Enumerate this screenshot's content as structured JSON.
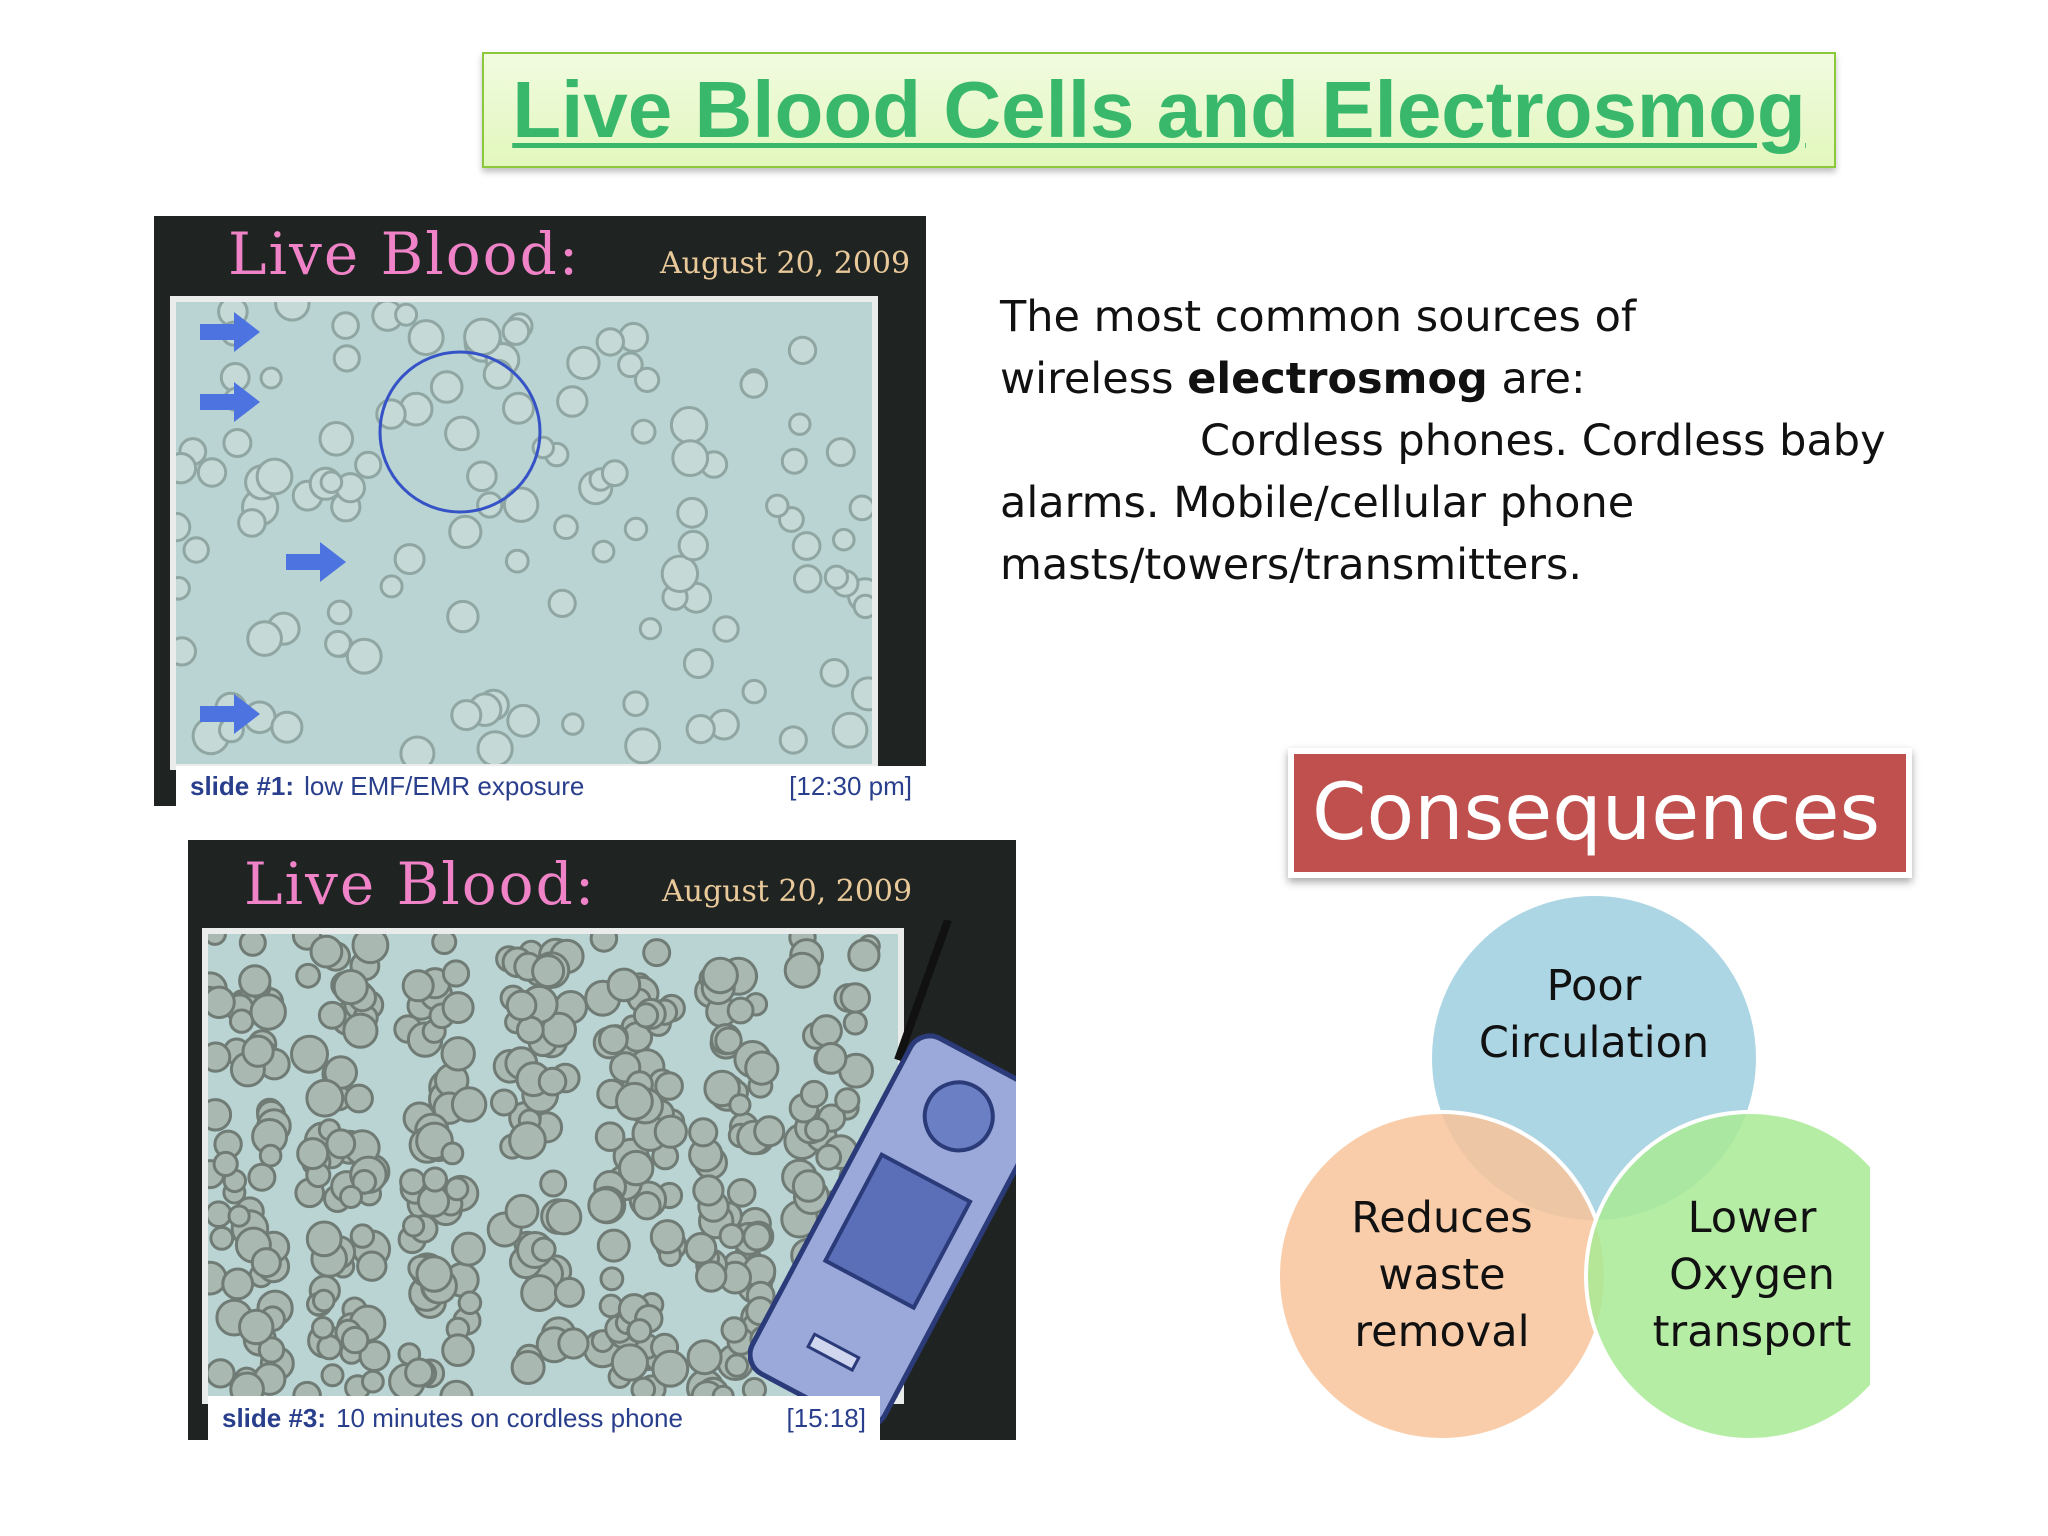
{
  "title": "Live Blood Cells and Electrosmog",
  "photo1": {
    "heading": "Live Blood:",
    "date": "August 20, 2009",
    "slide_label": "slide #1:",
    "caption": "low EMF/EMR exposure",
    "time": "[12:30 pm]"
  },
  "photo2": {
    "heading": "Live Blood:",
    "date": "August 20, 2009",
    "slide_label": "slide #3:",
    "caption": "10 minutes on cordless phone",
    "time": "[15:18]"
  },
  "body": {
    "line1": "The most common sources of",
    "line2_pre": "wireless ",
    "line2_bold": "electrosmog",
    "line2_post": " are:",
    "line3": "Cordless phones. Cordless baby",
    "line4": "alarms. Mobile/cellular phone",
    "line5": "masts/towers/transmitters."
  },
  "consequences": {
    "heading": "Consequences",
    "items": [
      {
        "line1": "Poor",
        "line2": "Circulation",
        "line3": ""
      },
      {
        "line1": "Reduces",
        "line2": "waste",
        "line3": "removal"
      },
      {
        "line1": "Lower",
        "line2": "Oxygen",
        "line3": "transport"
      }
    ],
    "colors": {
      "top": "#9fcfdf",
      "left": "#f8c49a",
      "right": "#a9ea95"
    }
  }
}
